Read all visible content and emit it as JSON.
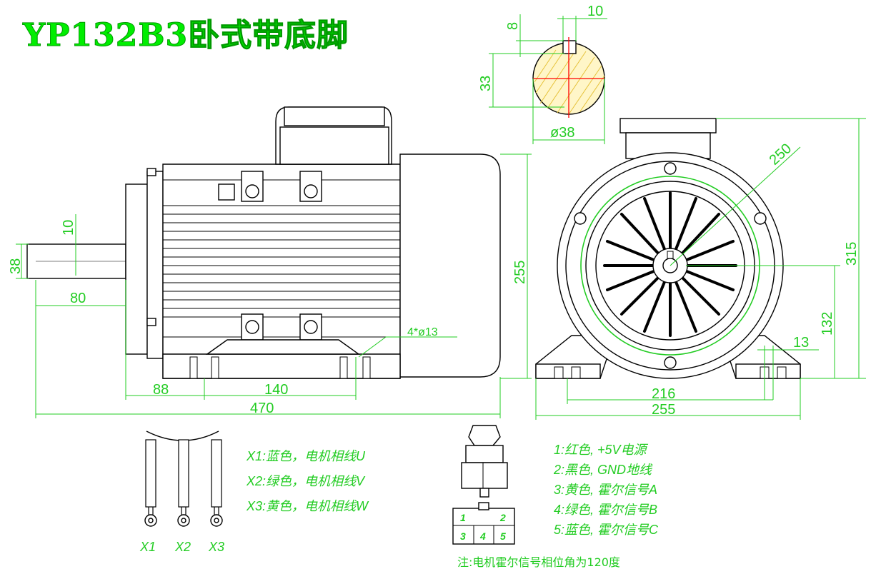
{
  "title": "YP132B3卧式带底脚",
  "dimensions": {
    "key_width": "10",
    "key_depth": "8",
    "shaft_height": "33",
    "shaft_dia": "ø38",
    "shaft_side_key": "10",
    "shaft_side_dia": "38",
    "shaft_length": "80",
    "body_height": "255",
    "flange_circle": "250",
    "total_height": "315",
    "center_height": "132",
    "foot_slot": "13",
    "bolt_holes": "4*ø13",
    "c_dim": "88",
    "b_dim": "140",
    "total_length": "470",
    "a_dim": "216",
    "foot_width": "255"
  },
  "phase_labels": [
    "X1",
    "X2",
    "X3"
  ],
  "phase_legend": [
    "X1:蓝色，电机相线U",
    "X2:绿色，电机相线V",
    "X3:黄色，电机相线W"
  ],
  "hall_pins": [
    "1",
    "2",
    "3",
    "4",
    "5"
  ],
  "hall_legend": [
    "1:红色, +5V电源",
    "2:黑色, GND地线",
    "3:黄色, 霍尔信号A",
    "4:绿色, 霍尔信号B",
    "5:蓝色, 霍尔信号C"
  ],
  "note": "注:电机霍尔信号相位角为120度",
  "colors": {
    "dimension": "#22cc22",
    "title": "#00ee00",
    "outline": "#000000",
    "section_hatch": "#f2d23c",
    "centerline": "#ff0000"
  }
}
